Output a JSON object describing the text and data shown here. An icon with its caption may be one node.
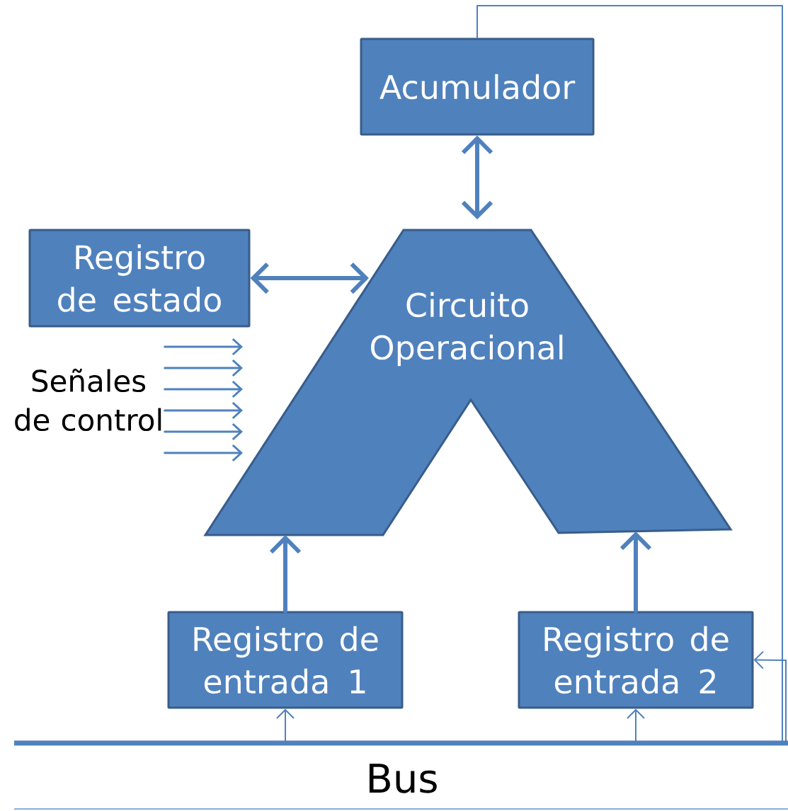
{
  "diagram": {
    "nodes": [
      {
        "text": [
          "Acumulador"
        ]
      },
      {
        "text": [
          "Registro de estado"
        ]
      },
      {
        "text": [
          "Circuito Operacional"
        ]
      },
      {
        "text": [
          "Señales de control"
        ]
      },
      {
        "text": [
          "Registro  de entrada 1"
        ]
      },
      {
        "text": [
          "Registro  de entrada 2"
        ]
      },
      {
        "text": [
          "Bus"
        ]
      }
    ],
    "edges": [
      {
        "from": 0,
        "to": 2,
        "arrow": "both",
        "style": "thick"
      },
      {
        "from": 1,
        "to": 2,
        "arrow": "both",
        "style": "thick"
      },
      {
        "from": 3,
        "to": null,
        "arrow": "to"
      },
      {
        "from": 3,
        "to": null,
        "arrow": "to"
      },
      {
        "from": 3,
        "to": null,
        "arrow": "to"
      },
      {
        "from": 3,
        "to": null,
        "arrow": "to"
      },
      {
        "from": 3,
        "to": null,
        "arrow": "to"
      },
      {
        "from": 3,
        "to": null,
        "arrow": "to"
      },
      {
        "from": 4,
        "to": 2,
        "arrow": "to",
        "style": "thick"
      },
      {
        "from": 5,
        "to": 2,
        "arrow": "to",
        "style": "thick"
      },
      {
        "from": 6,
        "to": 4,
        "arrow": "to"
      },
      {
        "from": 6,
        "to": 5,
        "arrow": "to"
      },
      {
        "from": 0,
        "to": 6,
        "arrow": "none"
      },
      {
        "from": 6,
        "to": 5,
        "arrow": "to"
      }
    ]
  }
}
